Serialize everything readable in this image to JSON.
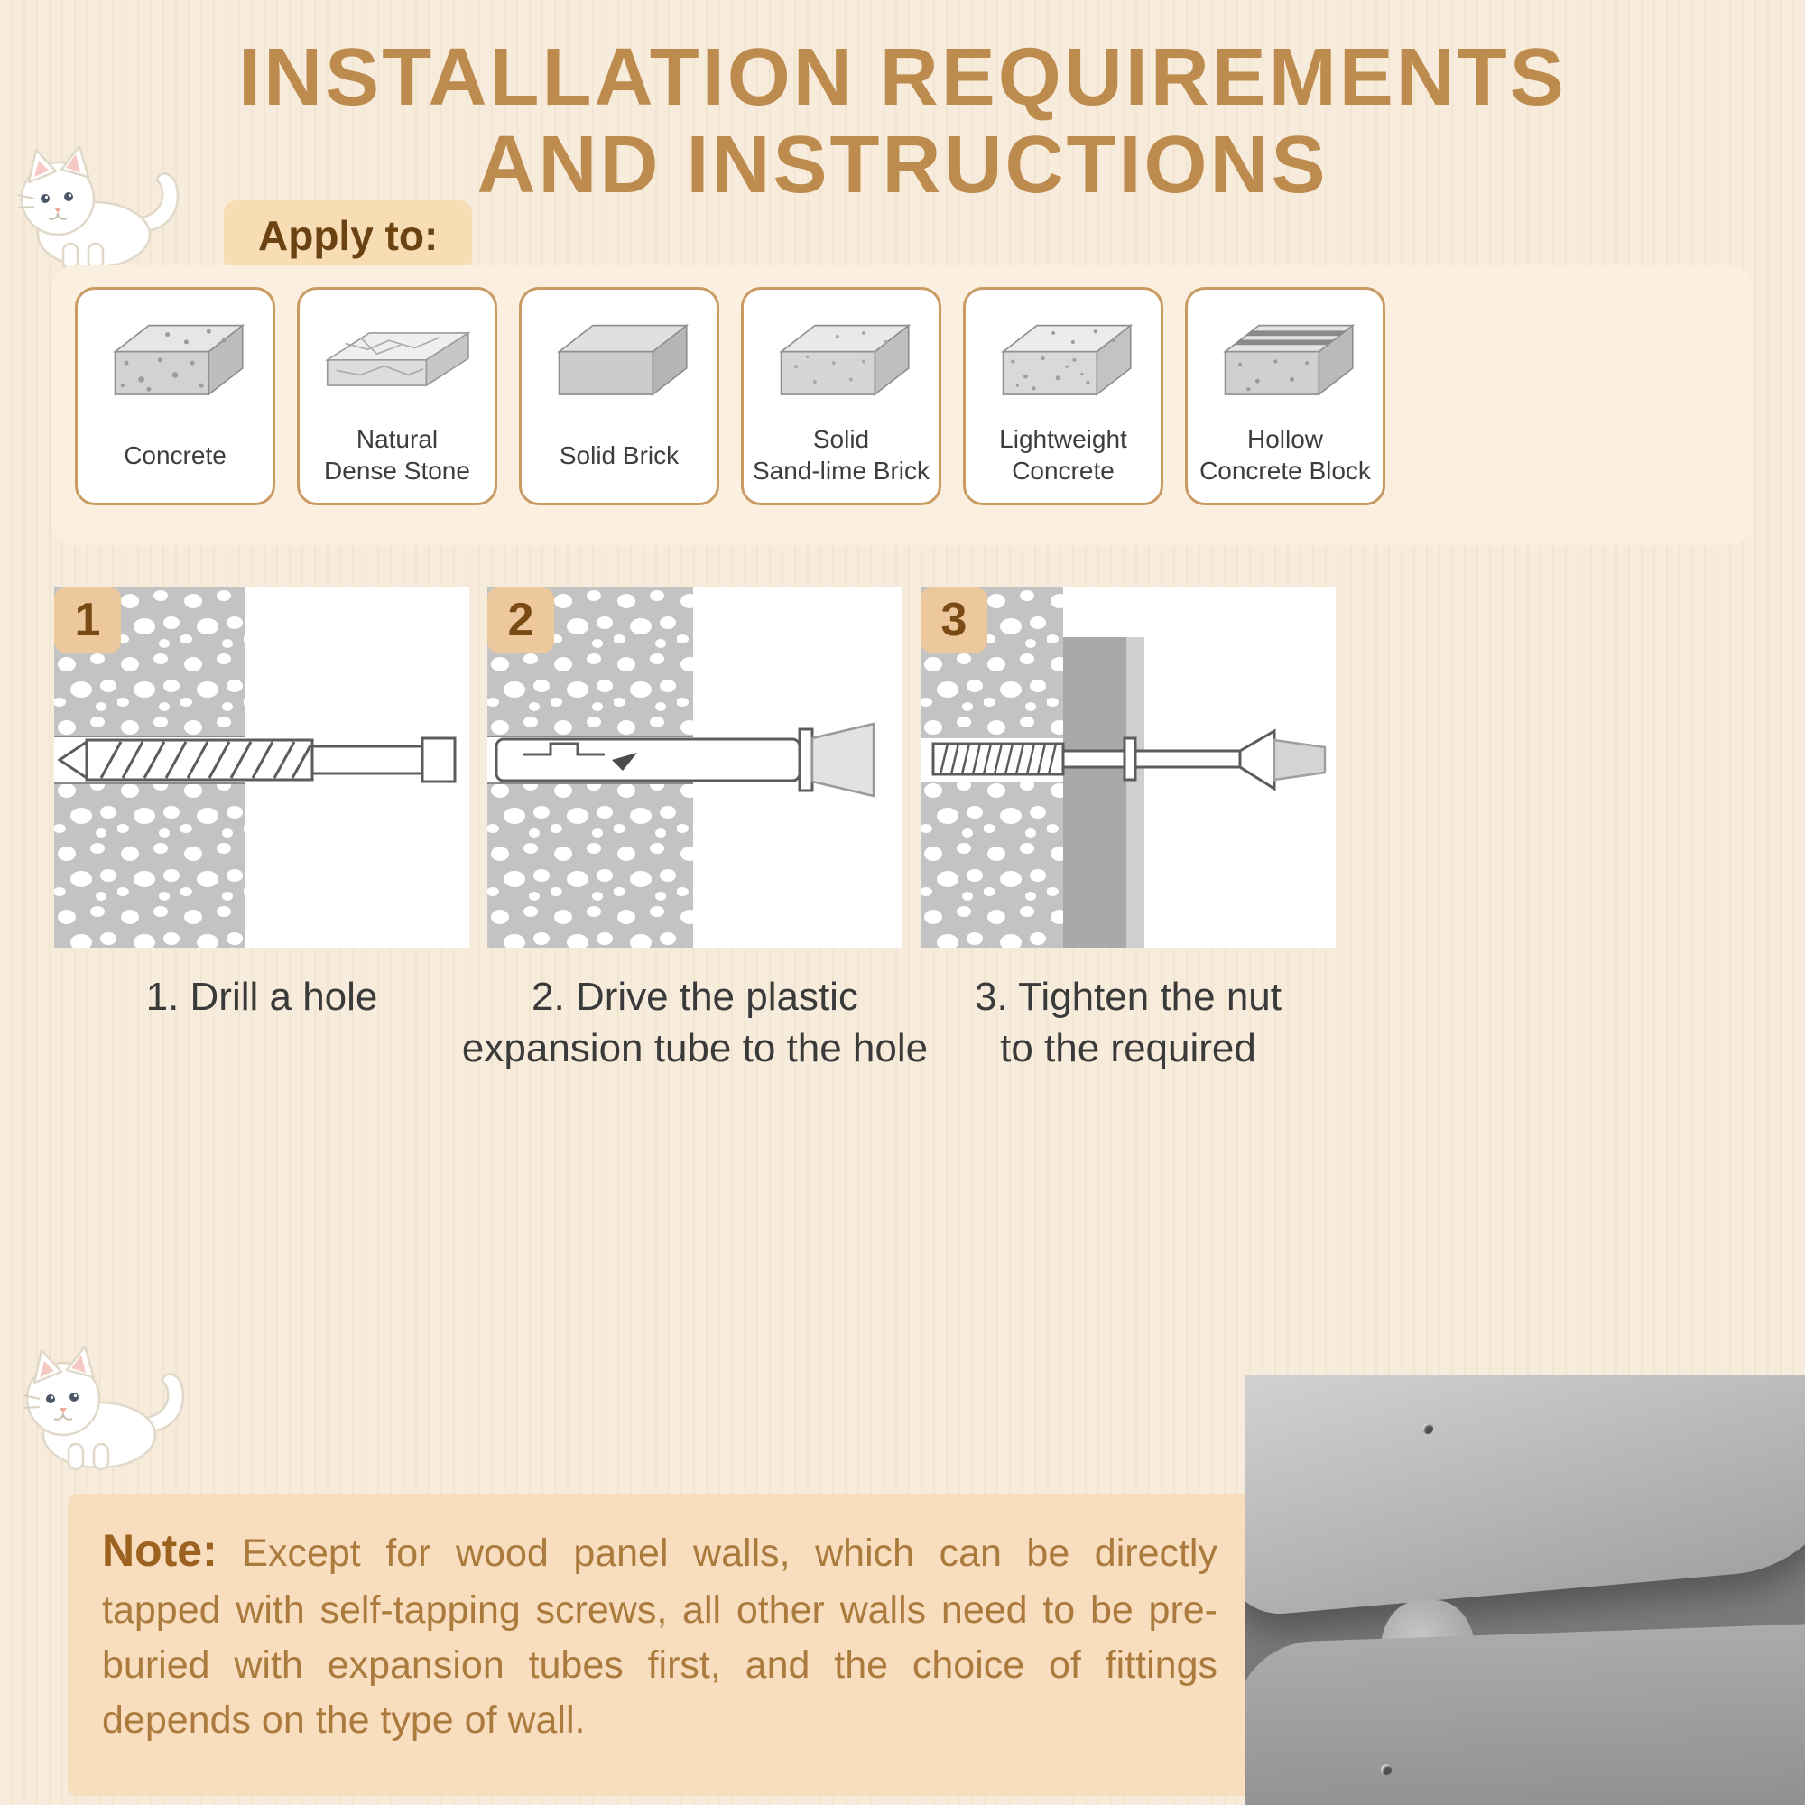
{
  "title": {
    "line1": "INSTALLATION REQUIREMENTS",
    "line2": "AND INSTRUCTIONS"
  },
  "apply_to": {
    "label": "Apply to:"
  },
  "materials": [
    {
      "name": "Concrete",
      "icon": "concrete-block-icon"
    },
    {
      "name": "Natural\nDense Stone",
      "icon": "natural-dense-stone-icon"
    },
    {
      "name": "Solid Brick",
      "icon": "solid-brick-icon"
    },
    {
      "name": "Solid\nSand-lime Brick",
      "icon": "sand-lime-brick-icon"
    },
    {
      "name": "Lightweight\nConcrete",
      "icon": "lightweight-concrete-icon"
    },
    {
      "name": "Hollow\nConcrete Block",
      "icon": "hollow-concrete-block-icon"
    }
  ],
  "steps": [
    {
      "number": "1",
      "caption": "1. Drill a hole",
      "icon": "drill-hole-diagram"
    },
    {
      "number": "2",
      "caption": "2. Drive the plastic\nexpansion tube to the hole",
      "icon": "expansion-tube-diagram"
    },
    {
      "number": "3",
      "caption": "3. Tighten the nut\nto the required",
      "icon": "tighten-screw-diagram"
    }
  ],
  "note": {
    "label": "Note:",
    "text": "Except for wood panel walls, which can be directly tapped with self-tapping screws, all other walls need to be pre-buried with expansion tubes first, and the choice of fittings depends on the type of wall."
  },
  "colors": {
    "accent_brown": "#bd8b4e",
    "chip_background": "#f8dcb4",
    "card_border": "#c99a62",
    "badge_background": "#ecc89c",
    "note_background": "#f8ddbf",
    "note_text": "#ab7b3e",
    "page_background": "#f6ebdb"
  }
}
